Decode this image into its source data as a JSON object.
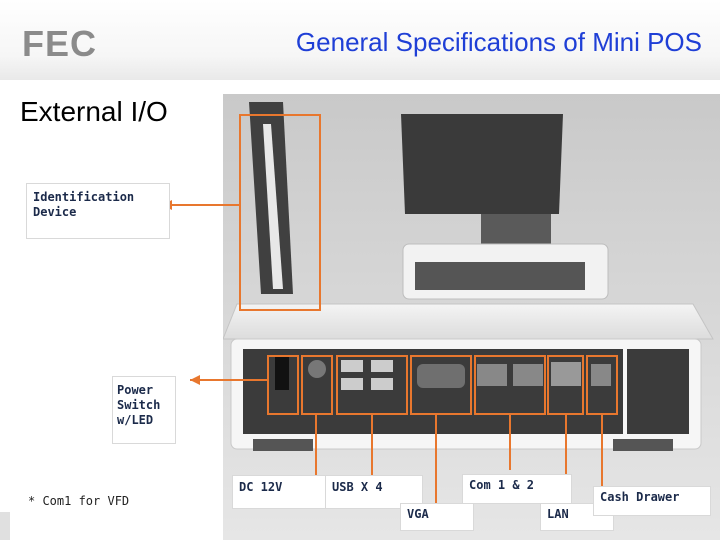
{
  "header": {
    "logo_text": "FEC",
    "title": "General Specifications of Mini POS"
  },
  "subtitle": "External I/O",
  "callouts": {
    "identification": "Identification\nDevice",
    "power": "Power\nSwitch\nw/LED",
    "dc": "DC 12V",
    "usb": "USB X 4",
    "com": "Com 1 & 2",
    "vga": "VGA",
    "lan": "LAN",
    "cash": "Cash Drawer"
  },
  "note": "* Com1 for VFD",
  "colors": {
    "title": "#1f3fd6",
    "callout_line": "#e8772e",
    "label_text": "#1b2a4a"
  }
}
